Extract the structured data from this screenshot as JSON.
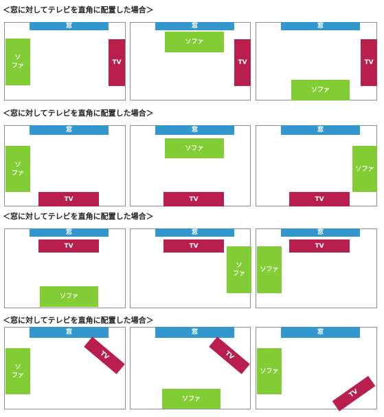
{
  "headings": [
    "＜窓に対してテレビを直角に配置した場合＞",
    "＜窓に対してテレビを直角に配置した場合＞",
    "＜窓に対してテレビを直角に配置した場合＞",
    "＜窓に対してテレビを直角に配置した場合＞"
  ],
  "labels": {
    "window": "窓",
    "sofa": "ソファ",
    "sofa_vertical": "ソ\nファ",
    "tv": "TV"
  },
  "colors": {
    "window": "#3396cc",
    "sofa": "#82cd35",
    "tv": "#b91f4d",
    "border": "#8c8c8c"
  }
}
